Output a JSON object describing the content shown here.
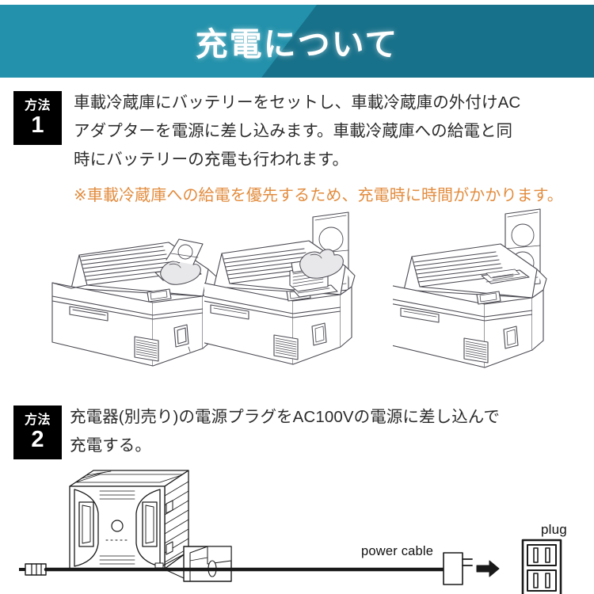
{
  "header": {
    "title": "充電について",
    "bg_color": "#2391ab",
    "accent_color": "#18718a",
    "text_color": "#ffffff"
  },
  "methods": [
    {
      "badge_word": "方法",
      "badge_number": "1",
      "badge_bg": "#000000",
      "lines": [
        "車載冷蔵庫にバッテリーをセットし、車載冷蔵庫の外付けAC",
        "アダプターを電源に差し込みます。車載冷蔵庫への給電と同",
        "時にバッテリーの充電も行われます。"
      ],
      "note": "※車載冷蔵庫への給電を優先するため、充電時に時間がかかります。",
      "note_color": "#e28c3e"
    },
    {
      "badge_word": "方法",
      "badge_number": "2",
      "badge_bg": "#000000",
      "lines": [
        "充電器(別売り)の電源プラグをAC100Vの電源に差し込んで",
        "充電する。"
      ]
    }
  ],
  "illustrations": {
    "fridges": [
      {
        "caption": "",
        "state": "lid-closed"
      },
      {
        "caption": "",
        "state": "battery-being-inserted"
      },
      {
        "caption": "",
        "state": "battery-installed-cover-open"
      }
    ]
  },
  "bottom_diagram": {
    "battery_label": "",
    "power_cable_label": "power cable",
    "plug_label": "plug",
    "line_color": "#1a1a1a"
  }
}
